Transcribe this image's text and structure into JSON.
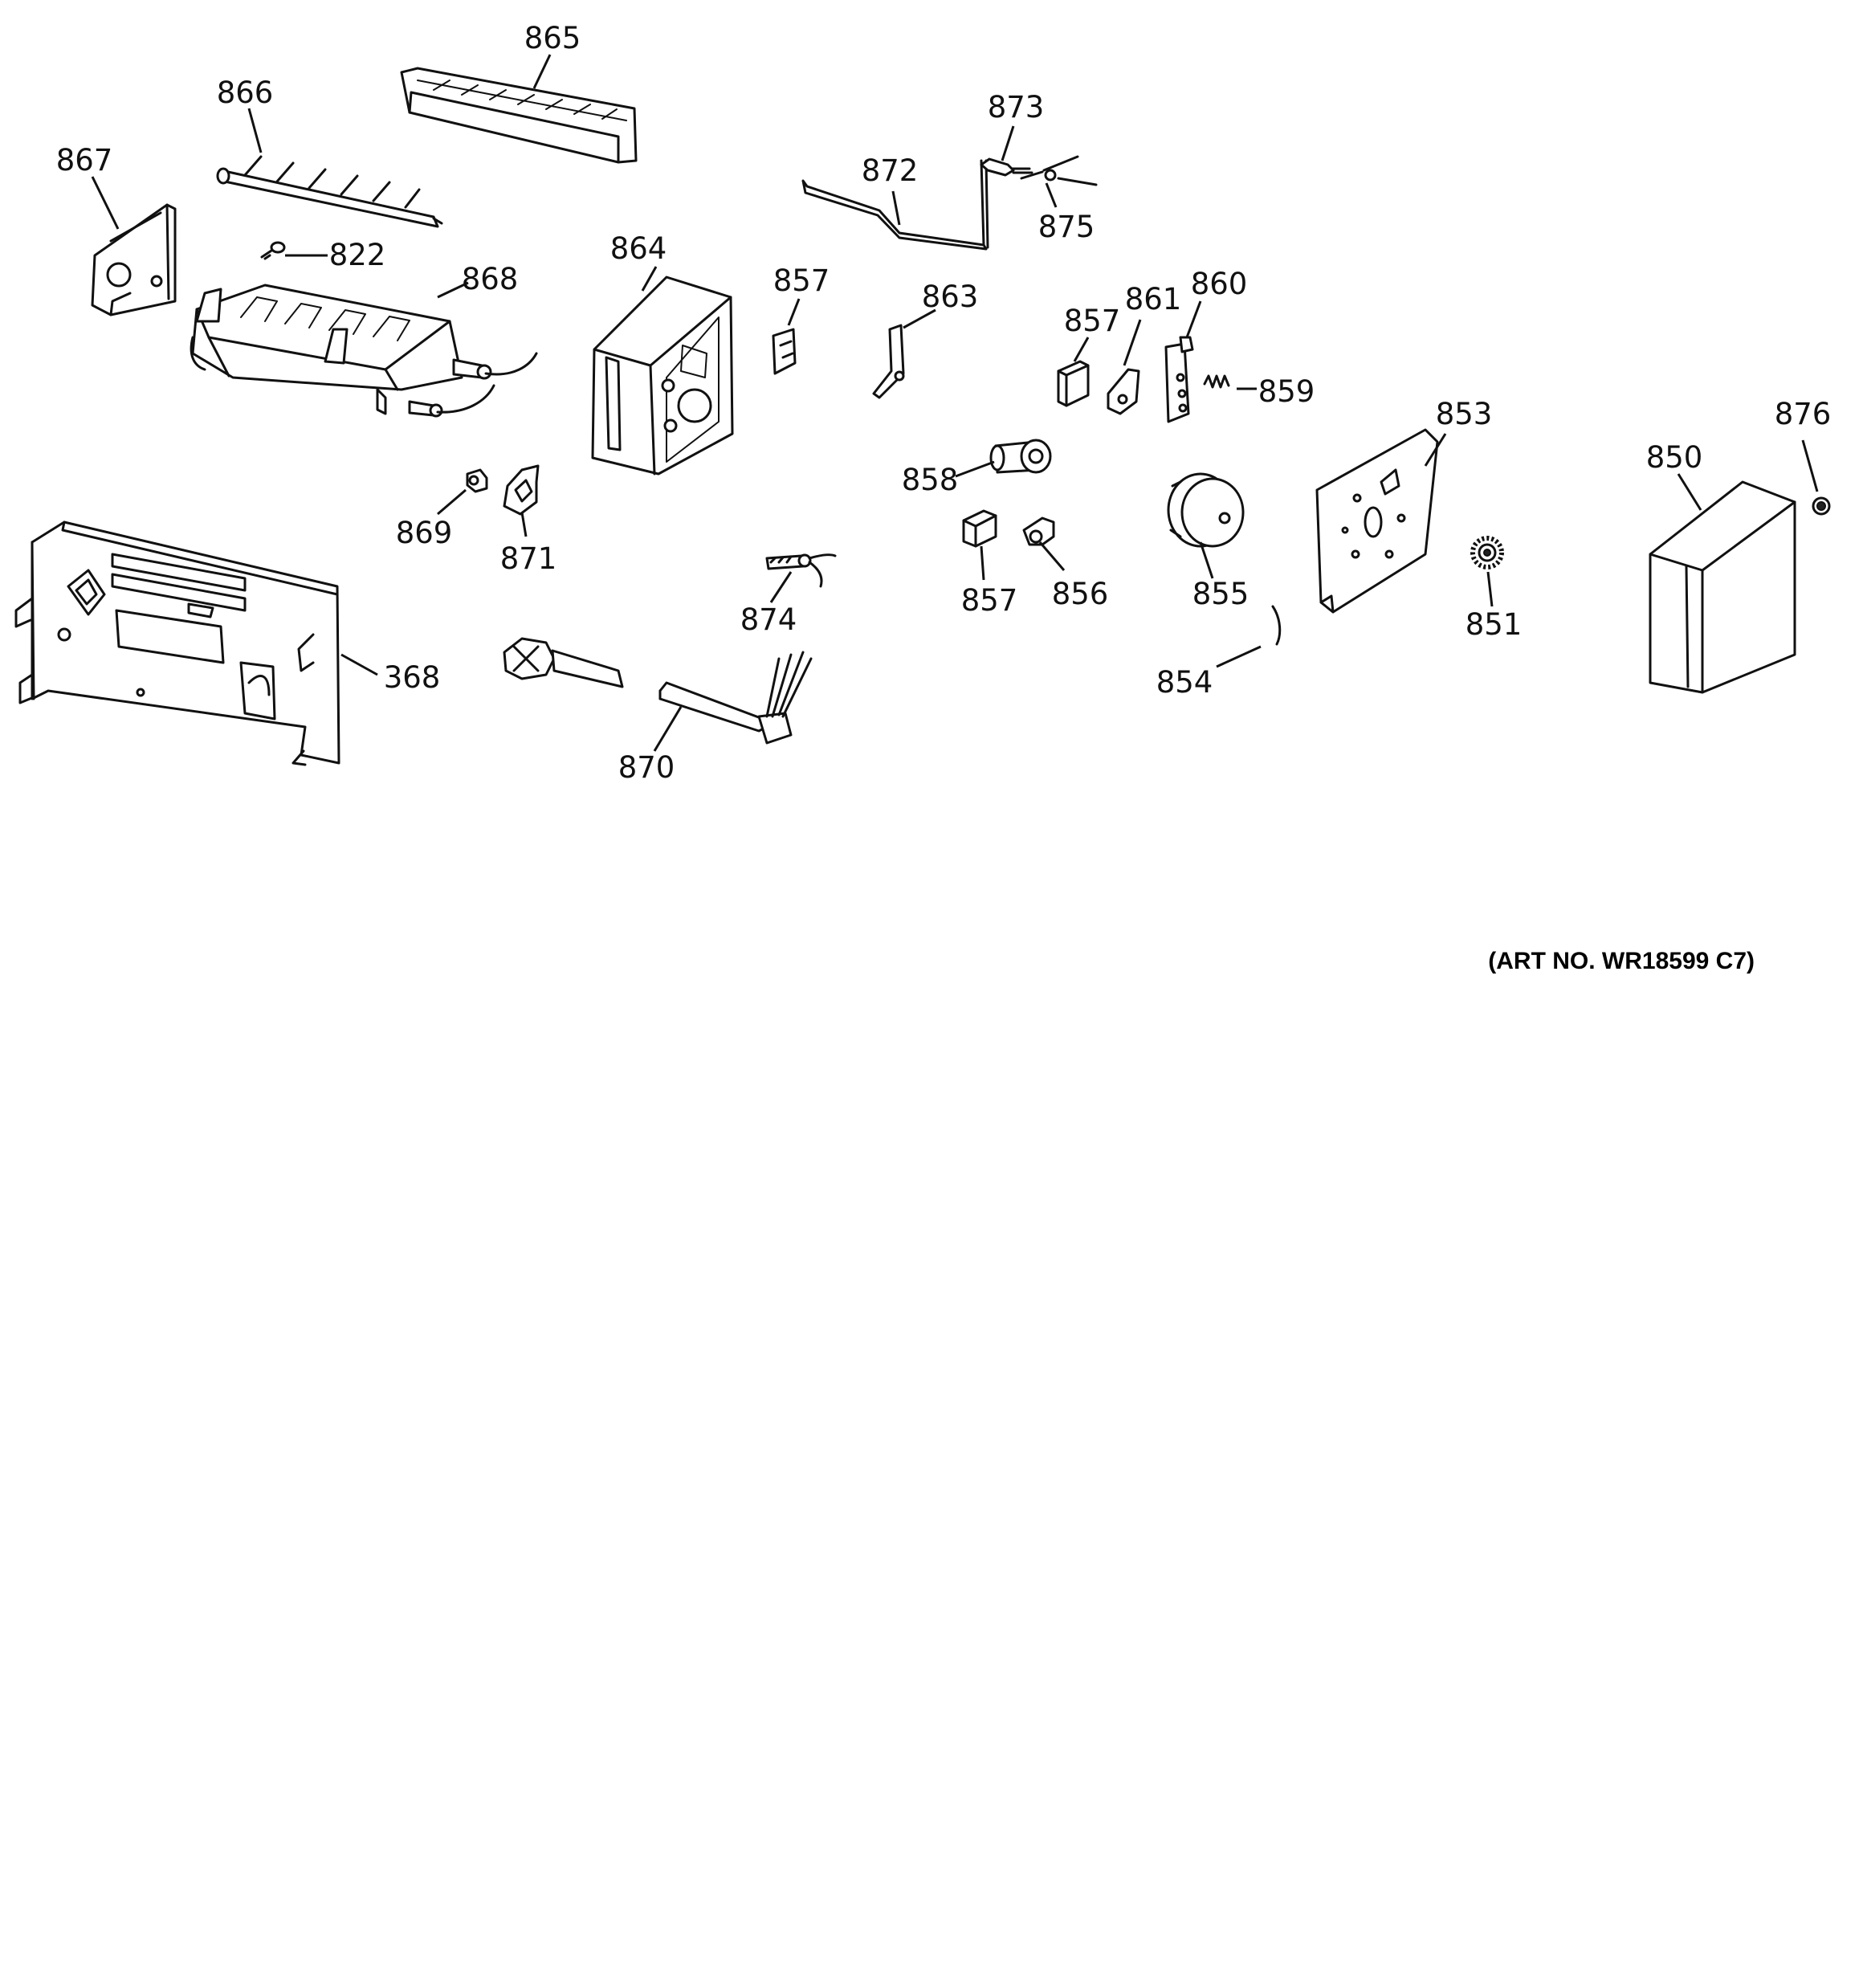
{
  "art_number": "(ART NO. WR18599 C7)",
  "callouts": {
    "c865": "865",
    "c866": "866",
    "c867": "867",
    "c822": "822",
    "c868": "868",
    "c864": "864",
    "c857a": "857",
    "c863": "863",
    "c872": "872",
    "c873": "873",
    "c875": "875",
    "c857b": "857",
    "c861": "861",
    "c860": "860",
    "c859": "859",
    "c853": "853",
    "c876": "876",
    "c850": "850",
    "c858": "858",
    "c869": "869",
    "c871": "871",
    "c857c": "857",
    "c856": "856",
    "c855": "855",
    "c851": "851",
    "c874": "874",
    "c854": "854",
    "c368": "368",
    "c870": "870"
  }
}
